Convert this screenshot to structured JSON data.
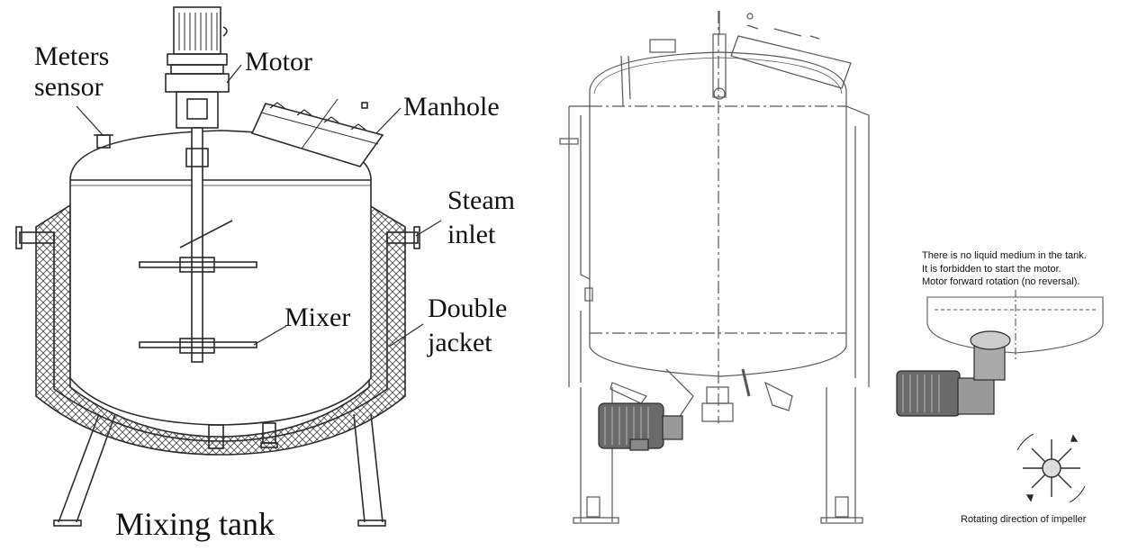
{
  "left_diagram": {
    "title": "Mixing tank",
    "labels": {
      "meters_sensor_line1": "Meters",
      "meters_sensor_line2": "sensor",
      "motor": "Motor",
      "manhole": "Manhole",
      "steam_inlet_line1": "Steam",
      "steam_inlet_line2": "inlet",
      "mixer": "Mixer",
      "double_jacket_line1": "Double",
      "double_jacket_line2": "jacket"
    }
  },
  "right_diagram": {
    "warning_line1": "There is no liquid medium in the tank.",
    "warning_line2": "It is forbidden to start the motor.",
    "warning_line3": "Motor forward rotation (no reversal).",
    "impeller_caption": "Rotating direction of impeller"
  },
  "colors": {
    "line": "#2a2a2a",
    "light_line": "#555555",
    "motor_dark": "#3a3a3a",
    "background": "#ffffff"
  }
}
